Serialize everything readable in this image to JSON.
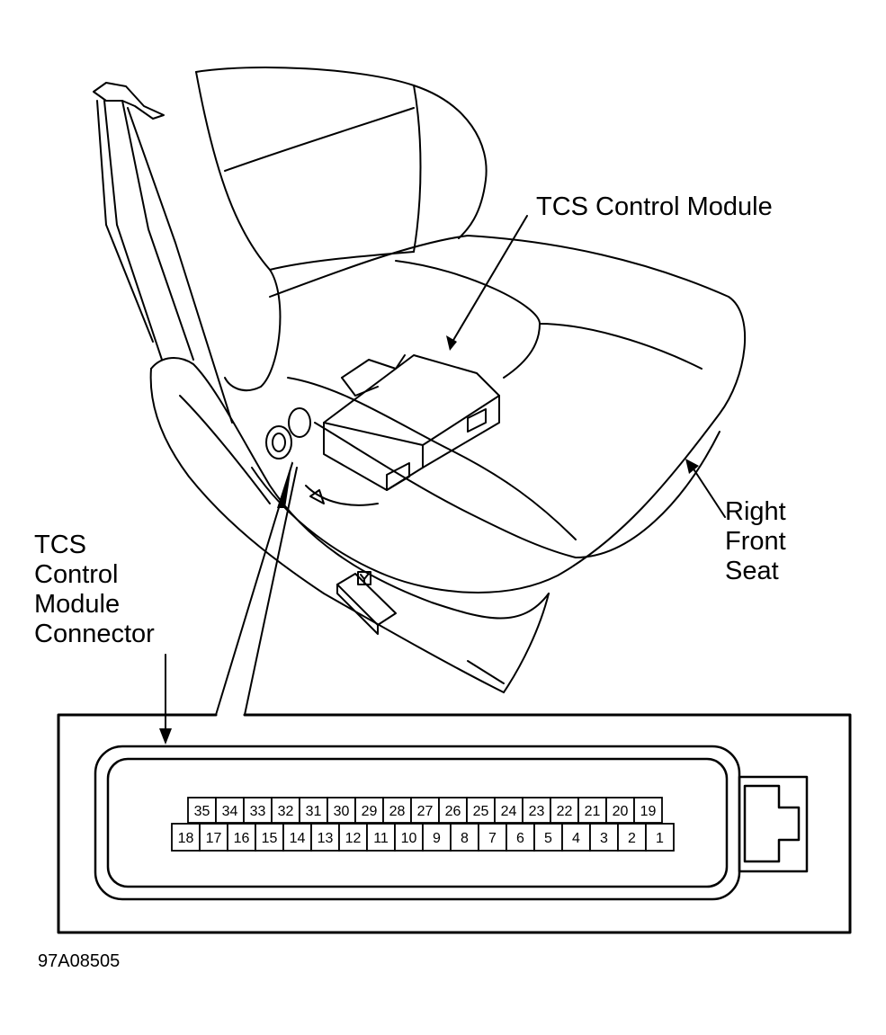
{
  "labels": {
    "tcs_module": "TCS Control Module",
    "seat": [
      "Right",
      "Front",
      "Seat"
    ],
    "connector": [
      "TCS",
      "Control",
      "Module",
      "Connector"
    ],
    "figure_code": "97A08505"
  },
  "connector": {
    "top_row_pins": [
      "35",
      "34",
      "33",
      "32",
      "31",
      "30",
      "29",
      "28",
      "27",
      "26",
      "25",
      "24",
      "23",
      "22",
      "21",
      "20",
      "19"
    ],
    "bottom_row_pins": [
      "18",
      "17",
      "16",
      "15",
      "14",
      "13",
      "12",
      "11",
      "10",
      "9",
      "8",
      "7",
      "6",
      "5",
      "4",
      "3",
      "2",
      "1"
    ]
  }
}
